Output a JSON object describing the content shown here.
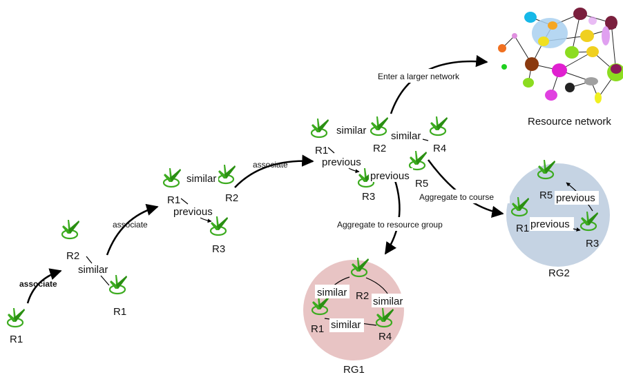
{
  "actions": {
    "associate": "associate",
    "enter_larger_network": "Enter a larger network",
    "aggregate_to_course": "Aggregate to course",
    "aggregate_to_resource_group": "Aggregate to resource group"
  },
  "relations": {
    "similar": "similar",
    "previous": "previous"
  },
  "resources": {
    "R1": "R1",
    "R2": "R2",
    "R3": "R3",
    "R4": "R4",
    "R5": "R5"
  },
  "groups": {
    "RG1": "RG1",
    "RG2": "RG2",
    "resource_network": "Resource network"
  },
  "colors": {
    "rg1_fill": "#e8c4c4",
    "rg2_fill": "#c5d3e3",
    "check_green": "#3cab1f",
    "arrow": "#000000"
  }
}
